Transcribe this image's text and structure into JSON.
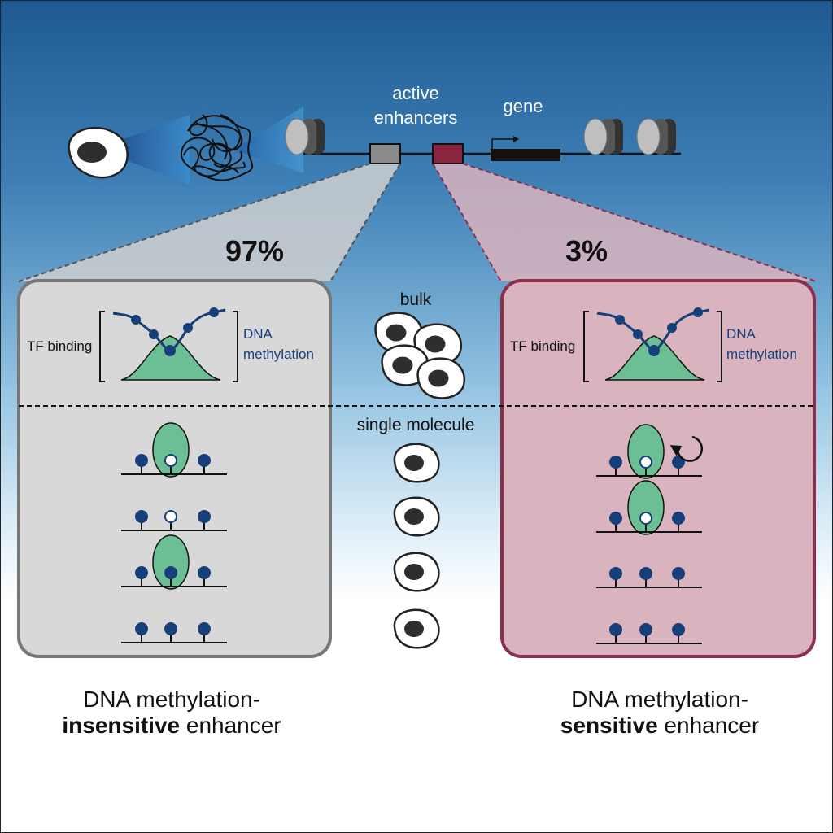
{
  "labels": {
    "active_enhancers_line1": "active",
    "active_enhancers_line2": "enhancers",
    "gene": "gene",
    "pct_left": "97%",
    "pct_right": "3%",
    "bulk": "bulk",
    "single_molecule": "single molecule",
    "tf_binding": "TF binding",
    "dna_line1": "DNA",
    "dna_line2": "methylation",
    "left_caption_line1": "DNA methylation-",
    "left_caption_bold": "insensitive",
    "left_caption_rest": " enhancer",
    "right_caption_line1": "DNA methylation-",
    "right_caption_bold": "sensitive",
    "right_caption_rest": " enhancer"
  },
  "colors": {
    "methyl_blue": "#173f7a",
    "tf_green": "#6cbf95",
    "grey_box": "#d8d8d8",
    "grey_border": "#777777",
    "pink_box": "#d9b3bd",
    "pink_border": "#8c2f4b",
    "grey_enhancer": "#8a8a8a",
    "red_enhancer": "#8a2540"
  },
  "single_molecule_rows": {
    "left": [
      {
        "sites": [
          "methylated",
          "unmethylated",
          "methylated"
        ],
        "tf_bound": true
      },
      {
        "sites": [
          "methylated",
          "unmethylated",
          "methylated"
        ],
        "tf_bound": false
      },
      {
        "sites": [
          "methylated",
          "methylated",
          "methylated"
        ],
        "tf_bound": true
      },
      {
        "sites": [
          "methylated",
          "methylated",
          "methylated"
        ],
        "tf_bound": false
      }
    ],
    "right": [
      {
        "sites": [
          "methylated",
          "unmethylated",
          "methylated"
        ],
        "tf_bound": true,
        "turnover": true
      },
      {
        "sites": [
          "methylated",
          "unmethylated",
          "methylated"
        ],
        "tf_bound": true,
        "turnover": false
      },
      {
        "sites": [
          "methylated",
          "methylated",
          "methylated"
        ],
        "tf_bound": false,
        "turnover": false
      },
      {
        "sites": [
          "methylated",
          "methylated",
          "methylated"
        ],
        "tf_bound": false,
        "turnover": false
      }
    ]
  },
  "icons": {
    "cell": "cell-icon",
    "chromatin": "chromatin-ball-icon",
    "nucleosome": "nucleosome-icon",
    "tss_arrow": "tss-arrow-icon",
    "turnover": "turnover-arrow-icon"
  }
}
